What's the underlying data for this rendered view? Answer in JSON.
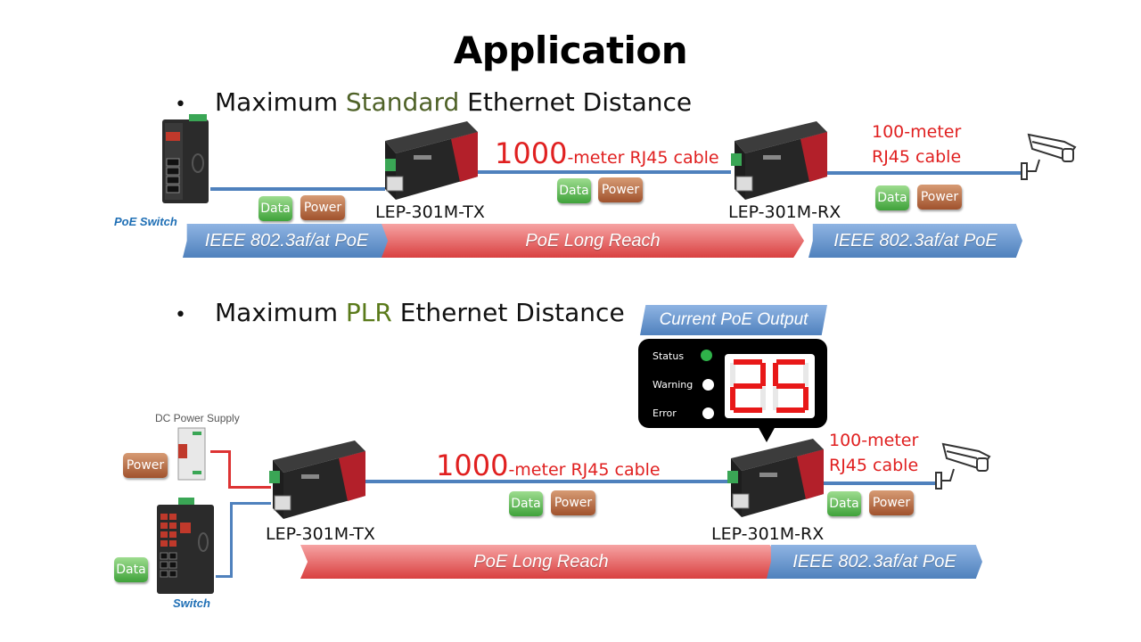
{
  "title": "Application",
  "section1": {
    "bullet": "•",
    "heading_pre": "Maximum ",
    "heading_hl": "Standard",
    "heading_post": " Ethernet Distance",
    "poe_switch_label": "PoE Switch",
    "tx_label": "LEP-301M-TX",
    "rx_label": "LEP-301M-RX",
    "distance_big": "1000",
    "distance_rest": "-meter RJ45 cable",
    "short_line1": "100-meter",
    "short_line2": "RJ45 cable",
    "arrow_left": "IEEE 802.3af/at PoE",
    "arrow_mid": "PoE Long Reach",
    "arrow_right": "IEEE 802.3af/at PoE"
  },
  "section2": {
    "bullet": "•",
    "heading_pre": "Maximum ",
    "heading_hl": "PLR",
    "heading_post": " Ethernet Distance",
    "dc_label": "DC Power Supply",
    "switch_label": "Switch",
    "tx_label": "LEP-301M-TX",
    "rx_label": "LEP-301M-RX",
    "distance_big": "1000",
    "distance_rest": "-meter RJ45 cable",
    "short_line1": "100-meter",
    "short_line2": "RJ45 cable",
    "arrow_mid": "PoE Long Reach",
    "arrow_right": "IEEE 802.3af/at PoE"
  },
  "tags": {
    "data": "Data",
    "power": "Power"
  },
  "panel": {
    "title": "Current PoE Output",
    "status": "Status",
    "warning": "Warning",
    "error": "Error",
    "status_color": "#2fb34a",
    "display_color": "#e81818"
  },
  "colors": {
    "cable_blue": "#4f81bd",
    "accent_red": "#e02020",
    "hl_standard": "#4f6228",
    "hl_plr": "#5a7a1a"
  }
}
